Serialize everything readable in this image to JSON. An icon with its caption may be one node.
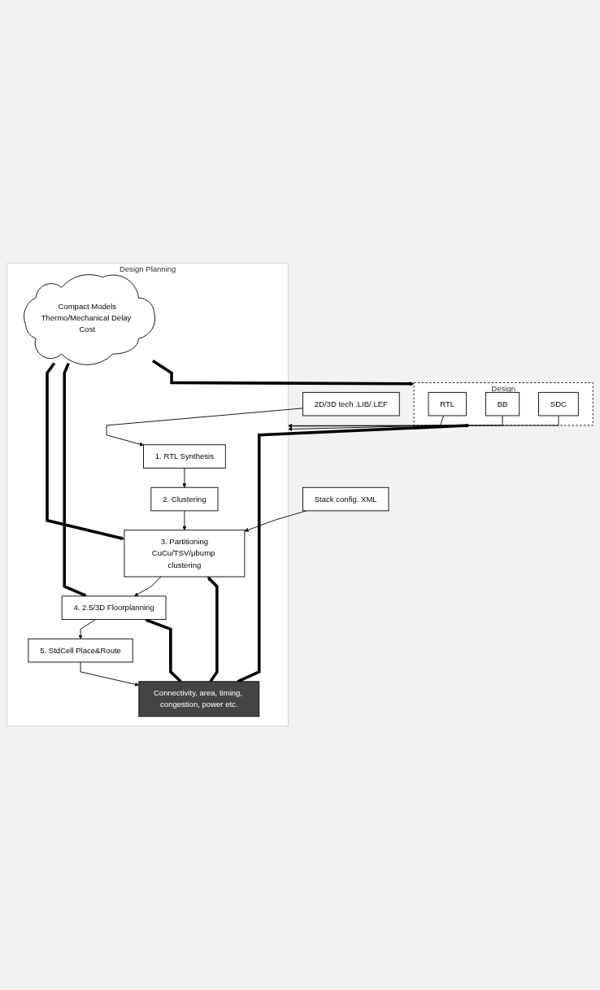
{
  "diagram": {
    "nodes": [
      {
        "text": [
          "Design"
        ]
      },
      {
        "text": [
          "RTL"
        ],
        "in": 0
      },
      {
        "text": [
          "BB"
        ],
        "in": 0
      },
      {
        "text": [
          "SDC"
        ],
        "in": 0
      },
      {
        "text": [
          "Design Planning"
        ]
      },
      {
        "text": [
          "2D/3D tech .LIB/.LEF"
        ]
      },
      {
        "text": [
          "1. RTL Synthesis"
        ],
        "in": 4
      },
      {
        "text": [
          "2. Clustering"
        ],
        "in": 4
      },
      {
        "text": [
          "Stack config. XML"
        ]
      },
      {
        "text": [
          "3. Partitioning",
          "CuCu/TSV/μbump clustering"
        ],
        "in": 4
      },
      {
        "text": [
          "4. 2.5/3D Floorplanning"
        ],
        "in": 4
      },
      {
        "text": [
          "5. StdCell Place&Route"
        ],
        "in": 4
      },
      {
        "text": [
          "Connectivity, area, timing, congestion, power etc."
        ],
        "in": 4
      },
      {
        "text": [
          "Compact Models",
          "Thermo/Mechanical Delay Cost"
        ],
        "in": 4
      }
    ],
    "edges": [
      {
        "from": 1,
        "to": 4,
        "arrow": "to"
      },
      {
        "from": 2,
        "to": 4,
        "arrow": "to"
      },
      {
        "from": 3,
        "to": 4,
        "arrow": "to"
      },
      {
        "from": 5,
        "to": 6,
        "arrow": "to"
      },
      {
        "from": 6,
        "to": 7,
        "arrow": "to"
      },
      {
        "from": 8,
        "to": 9,
        "arrow": "to"
      },
      {
        "from": 7,
        "to": 9,
        "arrow": "to"
      },
      {
        "from": 9,
        "to": 10,
        "arrow": "to"
      },
      {
        "from": 10,
        "to": 11,
        "arrow": "to"
      },
      {
        "from": 11,
        "to": 12,
        "arrow": "to"
      },
      {
        "from": 12,
        "to": 0,
        "arrow": "to",
        "style": "thick"
      },
      {
        "from": 12,
        "to": 9,
        "arrow": "to",
        "style": "thick"
      },
      {
        "from": 12,
        "to": 10,
        "arrow": "to",
        "style": "thick"
      },
      {
        "from": 13,
        "to": 0,
        "arrow": "to",
        "style": "thick"
      },
      {
        "from": 13,
        "to": 9,
        "arrow": "to",
        "style": "thick"
      },
      {
        "from": 13,
        "to": 10,
        "arrow": "to",
        "style": "thick"
      }
    ]
  }
}
